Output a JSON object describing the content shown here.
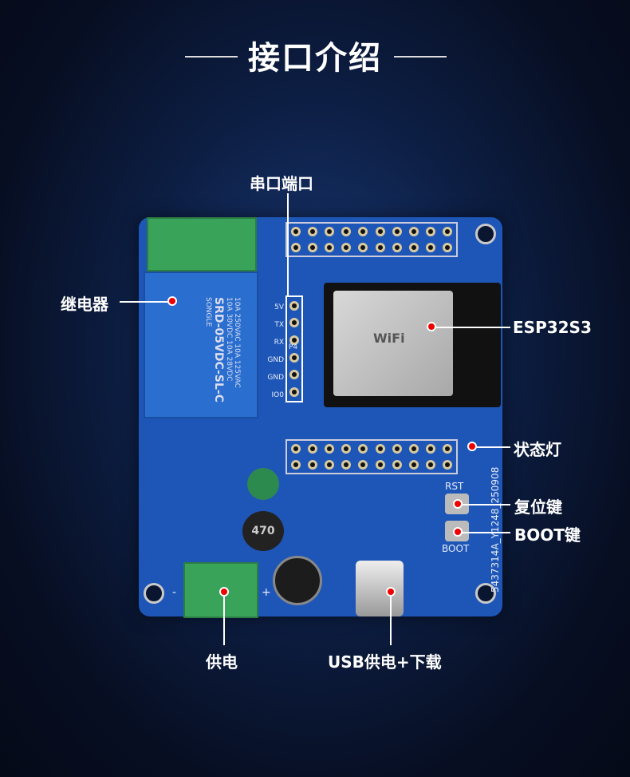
{
  "title": "接口介绍",
  "labels": {
    "serial": "串口端口",
    "relay": "继电器",
    "esp": "ESP32S3",
    "status_led": "状态灯",
    "reset": "复位键",
    "boot": "BOOT键",
    "power": "供电",
    "usb": "USB供电+下载"
  },
  "silkscreen": {
    "pins": [
      "5V",
      "TX",
      "RX",
      "GND",
      "GND",
      "IO0"
    ],
    "header": "P4",
    "rst": "RST",
    "boot": "BOOT",
    "board_id": "5437314A_Y1248_250908",
    "inductor": "470",
    "relay_brand": "SONGLE",
    "relay_model": "SRD-05VDC-SL-C",
    "relay_rating1": "10A 250VAC 10A 125VAC",
    "relay_rating2": "10A 30VDC 10A 28VDC",
    "wifi": "WiFi",
    "minus": "-",
    "plus": "+"
  },
  "colors": {
    "board": "#1e56b8",
    "dot": "#ee0000",
    "terminal": "#3aa35a",
    "relay": "#2a6fd0"
  }
}
